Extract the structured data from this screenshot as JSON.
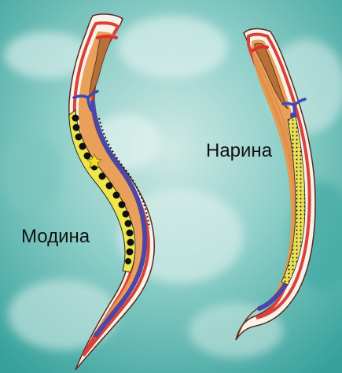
{
  "labels": {
    "female": "Модина",
    "male": "Нарина"
  },
  "colors": {
    "background": "#3ea7a2",
    "background_light": "#dbeee9",
    "cuticle": "#f4f0e8",
    "hypodermis": "#d9423a",
    "muscle": "#e7974a",
    "intestine": "#4b47a6",
    "nerve_ring": "#e0302b",
    "eggs_fill": "#101010",
    "uterus": "#efe64c",
    "testis": "#d8cc5a"
  },
  "icons": {
    "female": "female-roundworm-illustration",
    "male": "male-roundworm-illustration"
  }
}
